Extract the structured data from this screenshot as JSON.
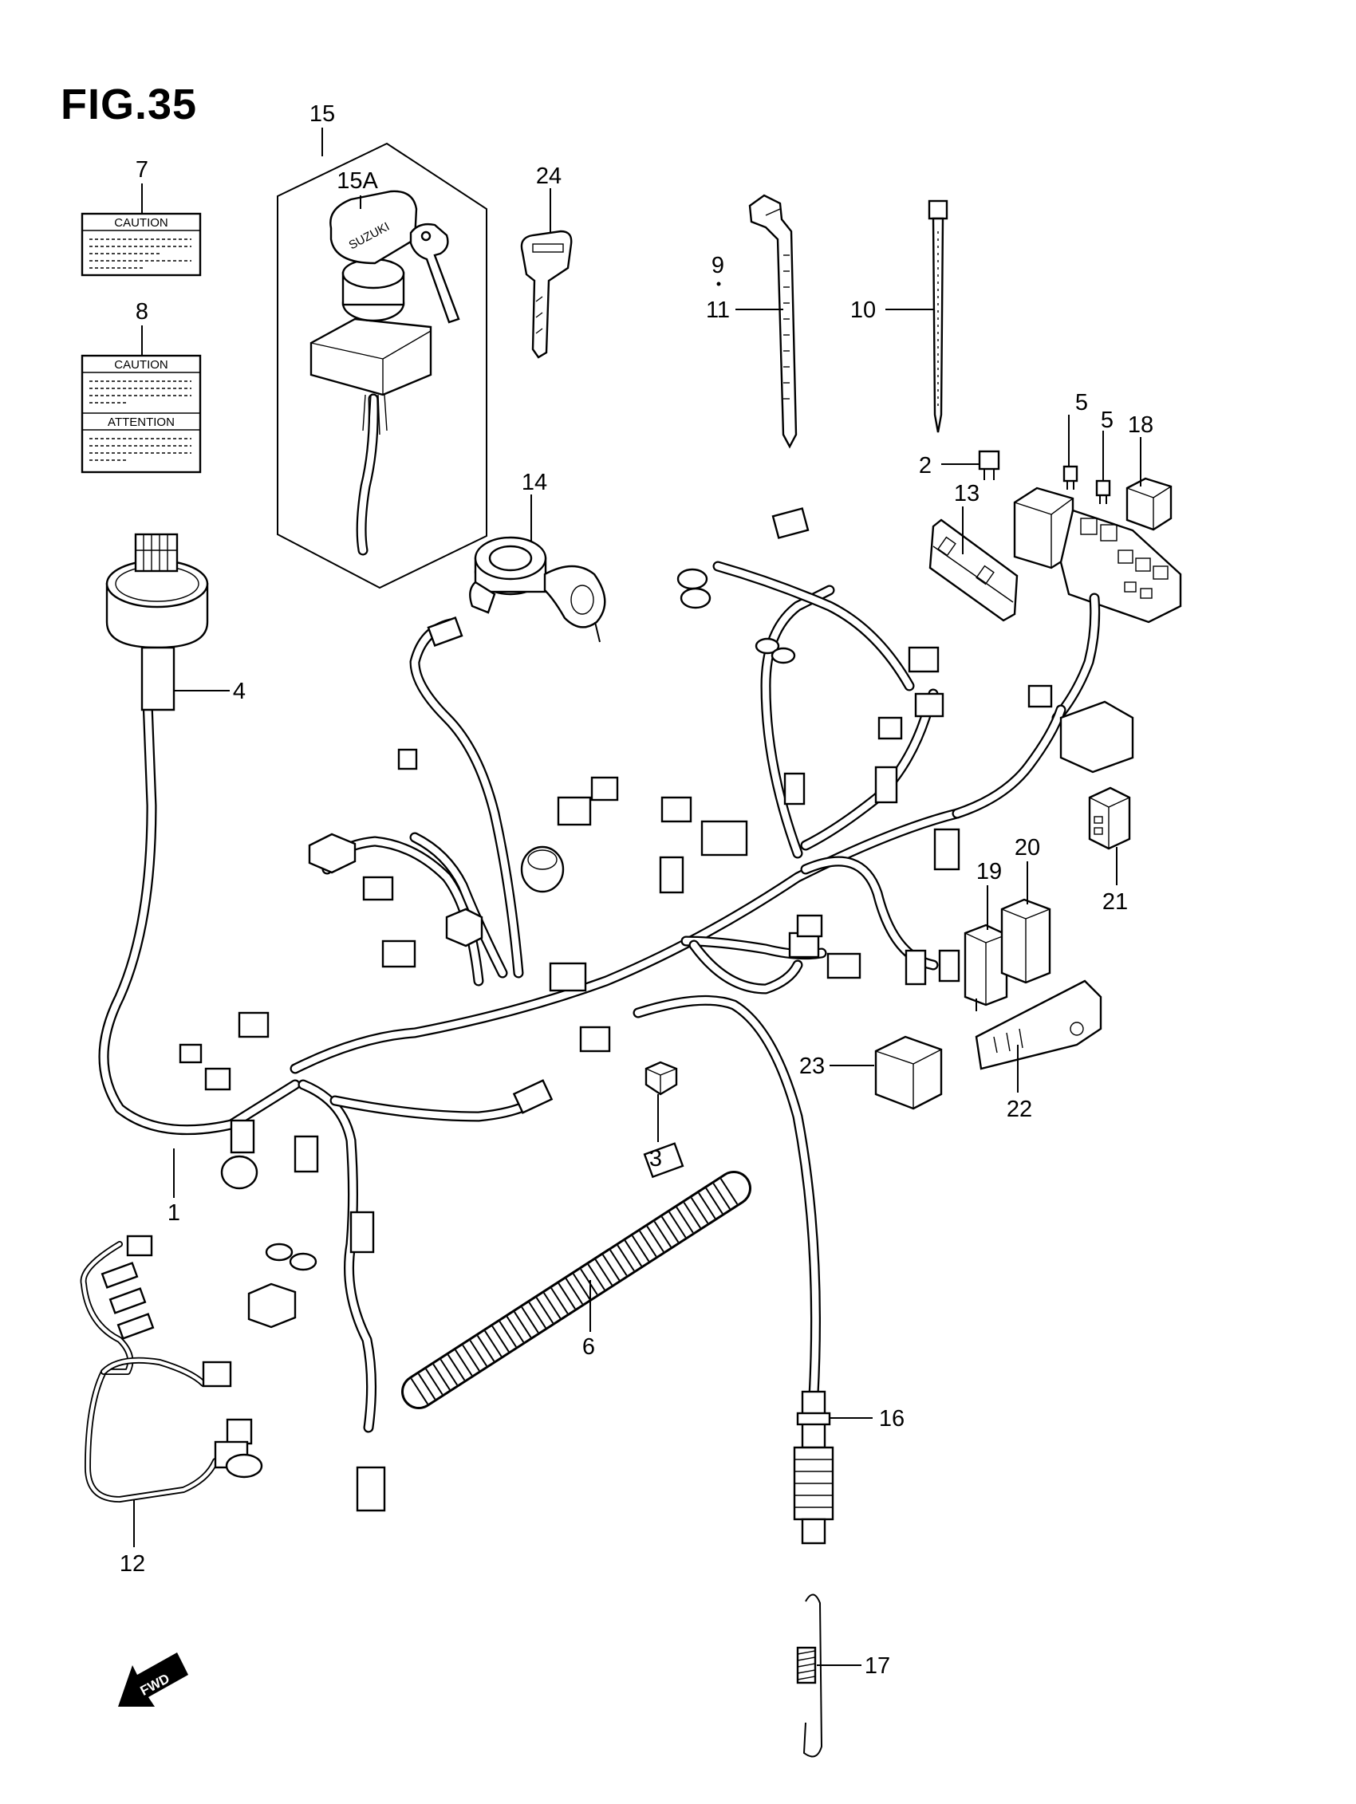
{
  "figure_title": "FIG.35",
  "callouts": [
    "1",
    "2",
    "3",
    "4",
    "5",
    "5",
    "6",
    "7",
    "8",
    "9",
    "10",
    "11",
    "12",
    "13",
    "14",
    "15",
    "15A",
    "16",
    "17",
    "18",
    "19",
    "20",
    "21",
    "22",
    "23",
    "24"
  ],
  "label_7": {
    "heading": "CAUTION"
  },
  "label_8": {
    "heading_top": "CAUTION",
    "heading_bottom": "ATTENTION"
  },
  "key_brand": "SUZUKI",
  "forward_arrow": "FWD"
}
